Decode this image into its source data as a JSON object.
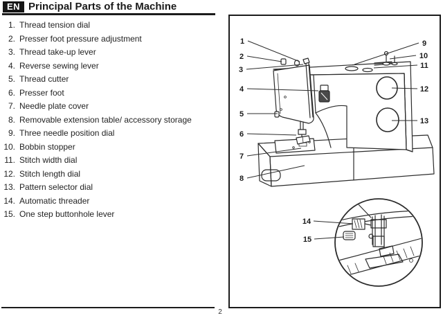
{
  "page": {
    "language_badge": "EN",
    "title": "Principal Parts of the Machine",
    "page_number": "2"
  },
  "parts_list": {
    "items": [
      {
        "num": "1.",
        "label": "Thread tension dial"
      },
      {
        "num": "2.",
        "label": "Presser foot pressure adjustment"
      },
      {
        "num": "3.",
        "label": "Thread take-up lever"
      },
      {
        "num": "4.",
        "label": "Reverse sewing lever"
      },
      {
        "num": "5.",
        "label": "Thread cutter"
      },
      {
        "num": "6.",
        "label": "Presser foot"
      },
      {
        "num": "7.",
        "label": "Needle plate cover"
      },
      {
        "num": "8.",
        "label": "Removable extension table/ accessory storage"
      },
      {
        "num": "9.",
        "label": "Three needle position dial"
      },
      {
        "num": "10.",
        "label": "Bobbin stopper"
      },
      {
        "num": "11.",
        "label": "Stitch width dial"
      },
      {
        "num": "12.",
        "label": "Stitch length dial"
      },
      {
        "num": "13.",
        "label": "Pattern selector dial"
      },
      {
        "num": "14.",
        "label": "Automatic threader"
      },
      {
        "num": "15.",
        "label": "One step buttonhole lever"
      }
    ]
  },
  "diagram": {
    "callouts": [
      "1",
      "2",
      "3",
      "4",
      "5",
      "6",
      "7",
      "8",
      "9",
      "10",
      "11",
      "12",
      "13",
      "14",
      "15"
    ]
  },
  "colors": {
    "ink": "#1b1b1b",
    "paper": "#ffffff"
  }
}
